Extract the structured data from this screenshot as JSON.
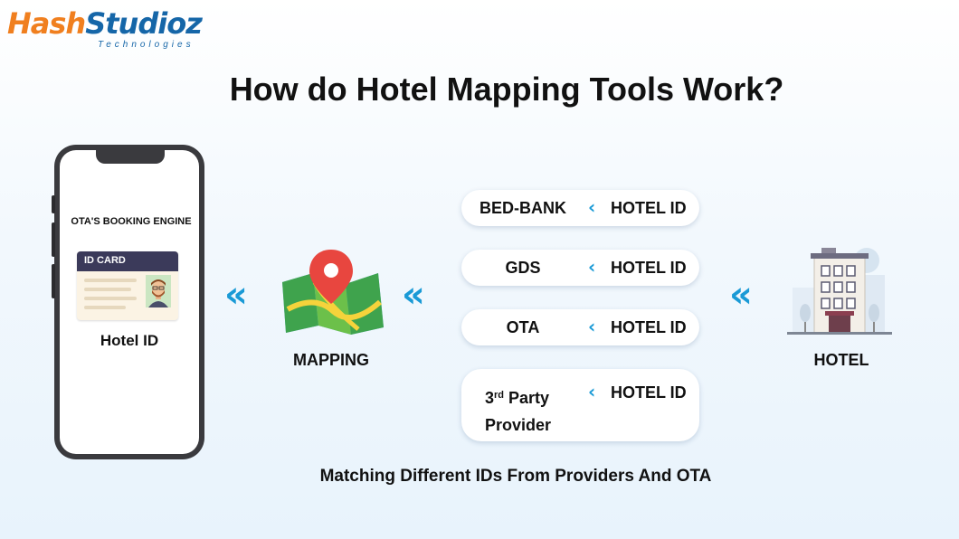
{
  "logo": {
    "main_a": "Hash",
    "main_b": "Studioz",
    "sub": "Technologies"
  },
  "title": "How do Hotel Mapping Tools Work?",
  "phone": {
    "header": "OTA'S BOOKING ENGINE",
    "id_card_label": "ID CARD",
    "hotel_id": "Hotel ID"
  },
  "mapping": {
    "label": "MAPPING"
  },
  "hotel": {
    "label": "HOTEL"
  },
  "providers": [
    {
      "name": "BED-BANK",
      "id_label": "HOTEL ID"
    },
    {
      "name": "GDS",
      "id_label": "HOTEL ID"
    },
    {
      "name": "OTA",
      "id_label": "HOTEL ID"
    },
    {
      "name_line1_prefix": "3",
      "name_line1_sup": "rd",
      "name_line1_rest": " Party",
      "name_line2": "Provider",
      "id_label": "HOTEL ID"
    }
  ],
  "arrows": {
    "double": "«",
    "single": "‹"
  },
  "caption": "Matching Different IDs From Providers And OTA",
  "colors": {
    "accent": "#1a9ad6",
    "brand_orange": "#f07f1f",
    "brand_blue": "#1566a8"
  }
}
